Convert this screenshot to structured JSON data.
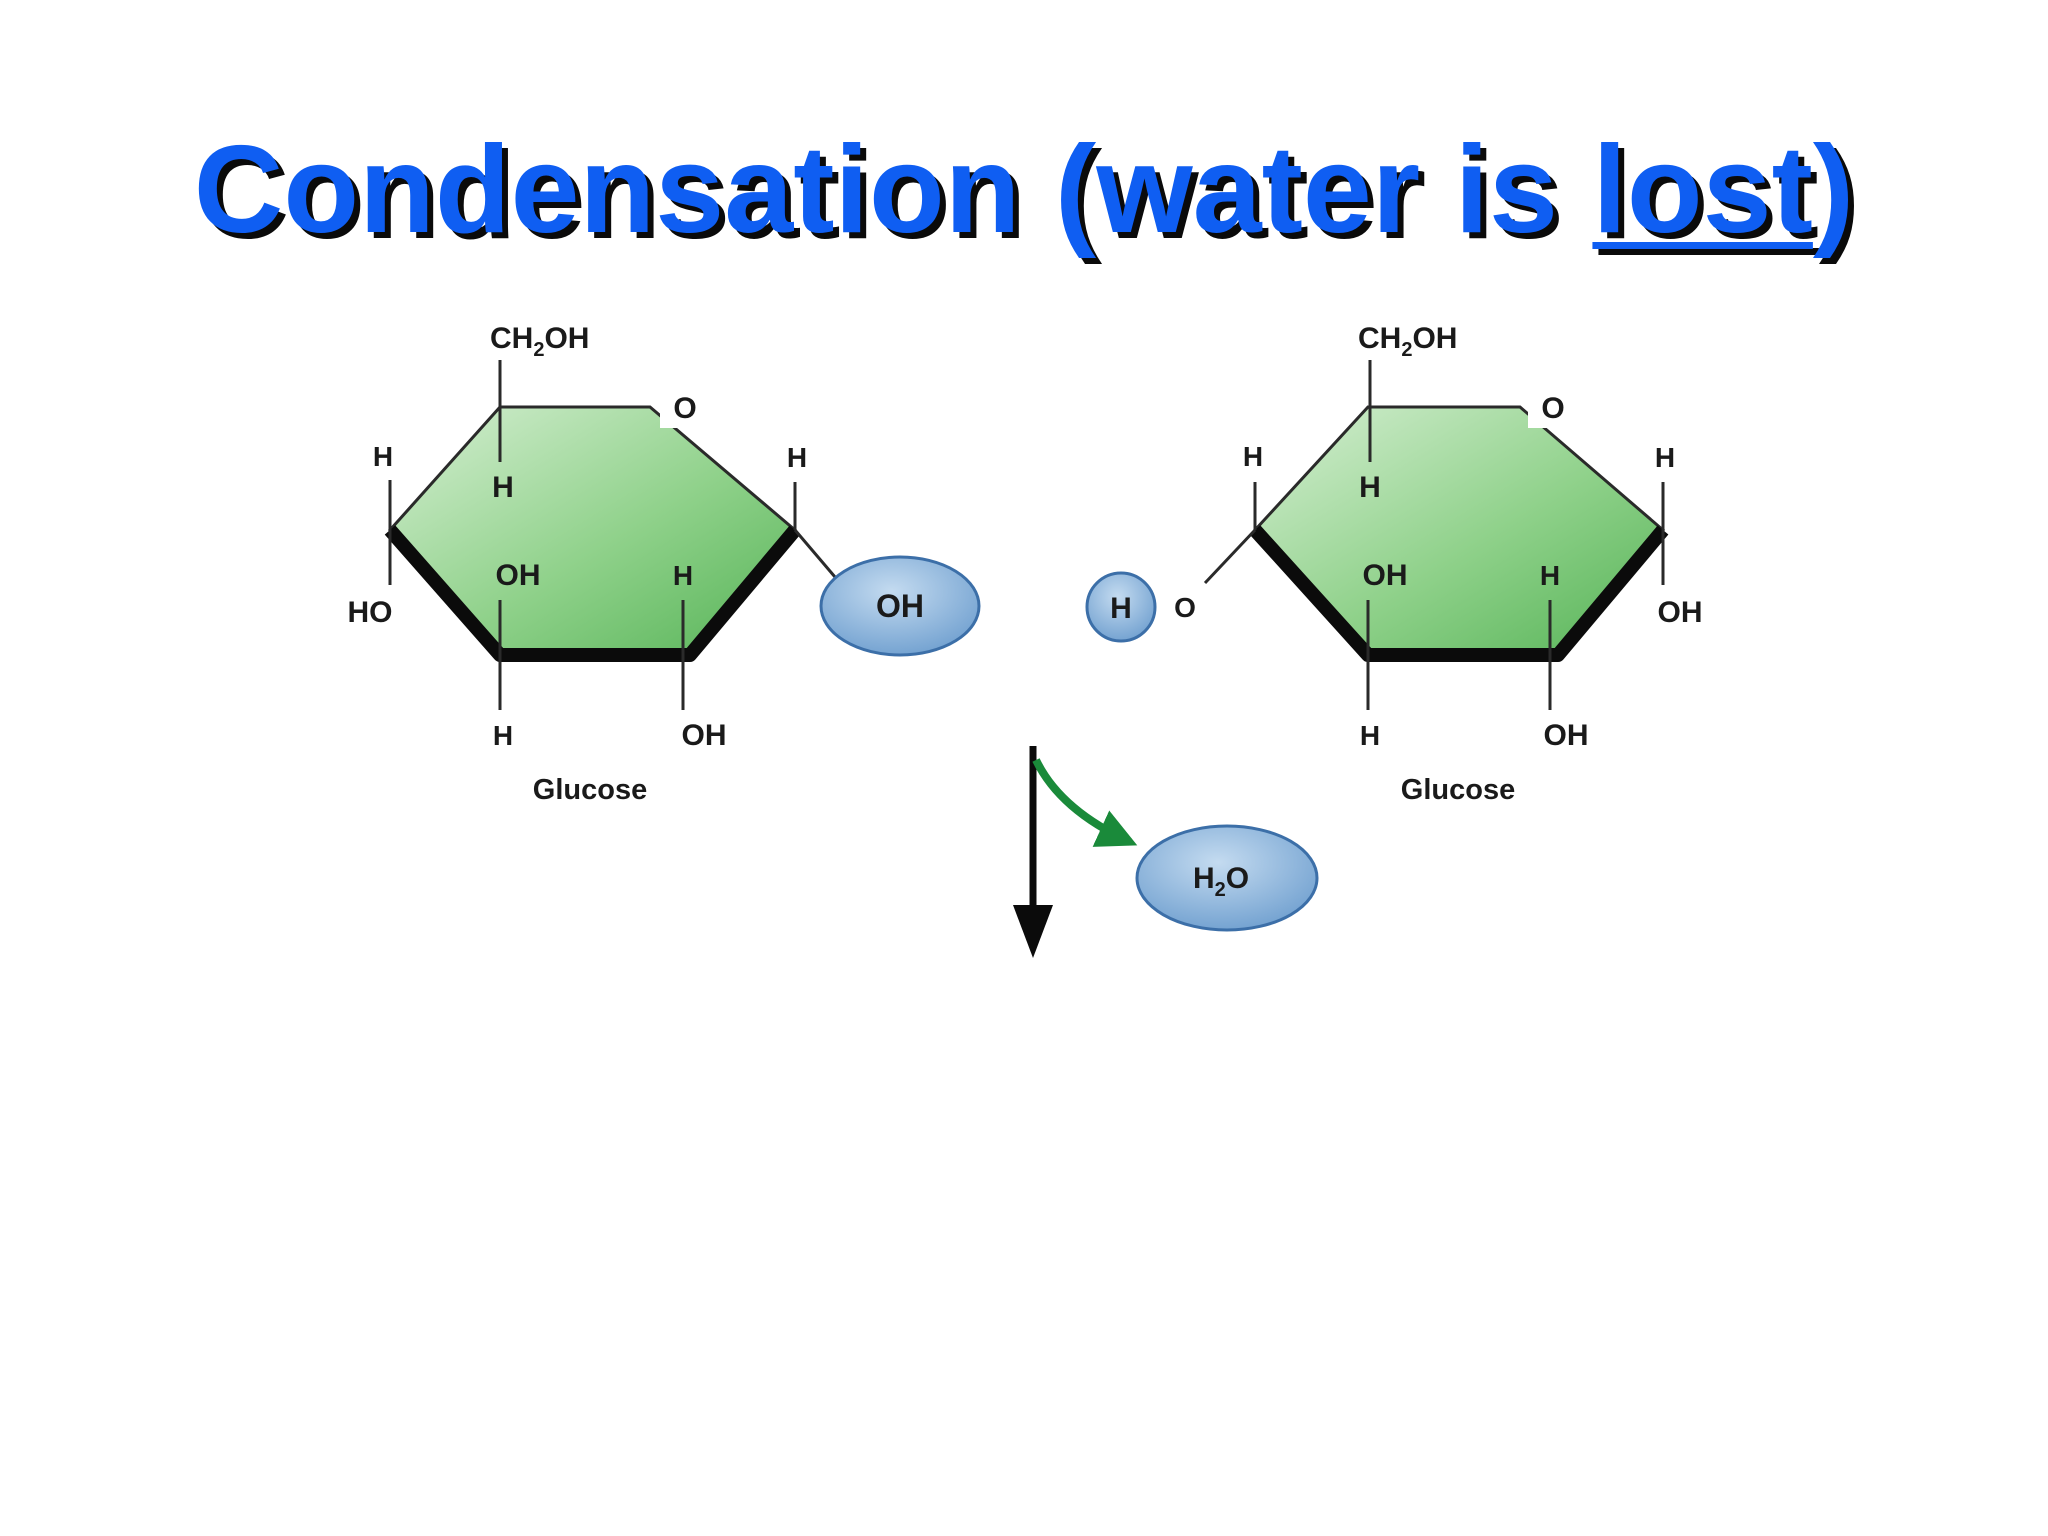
{
  "title": {
    "before": "Condensation (water is ",
    "emphasis": "lost",
    "after": ")"
  },
  "colors": {
    "title": "#0f5ef2",
    "title_shadow": "#0a0a0a",
    "ring_fill": "#6cc26c",
    "ring_fill_light": "#d6efd3",
    "bubble_fill": "#8eb6dc",
    "bubble_stroke": "#3c6fa8",
    "arrow_green": "#1a8a3a"
  },
  "molecules": [
    {
      "name": "Glucose",
      "ch2oh": "CH",
      "ch2oh_sub": "2",
      "ch2oh_tail": "OH",
      "ring_o": "O",
      "labels": {
        "c5_h": "H",
        "c4_h": "H",
        "c4_oh": "HO",
        "c3_oh": "OH",
        "c3_h": "H",
        "c2_h": "H",
        "c2_oh": "OH",
        "c1_h": "H",
        "c1_oh": "OH"
      }
    },
    {
      "name": "Glucose",
      "ch2oh": "CH",
      "ch2oh_sub": "2",
      "ch2oh_tail": "OH",
      "ring_o": "O",
      "labels": {
        "c5_h": "H",
        "c4_h": "H",
        "c4_h_bubble": "H",
        "c4_o": "O",
        "c3_oh": "OH",
        "c3_h": "H",
        "c2_h": "H",
        "c2_oh": "OH",
        "c1_h": "H",
        "c1_oh": "OH"
      }
    }
  ],
  "water": {
    "text": "H",
    "sub": "2",
    "tail": "O"
  }
}
